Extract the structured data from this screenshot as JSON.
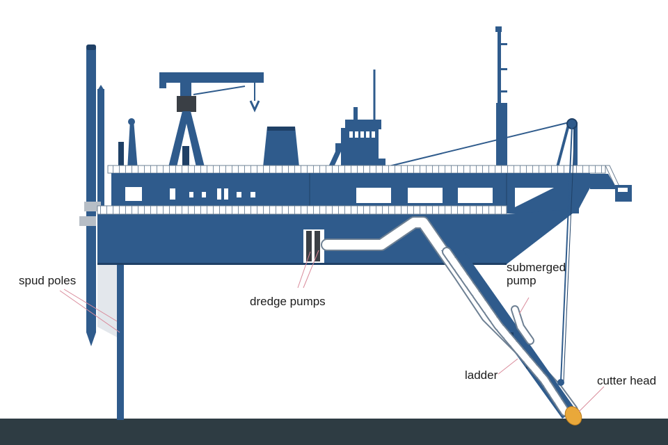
{
  "labels": {
    "spud_poles": "spud poles",
    "dredge_pumps": "dredge pumps",
    "submerged_pump": "submerged pump",
    "ladder": "ladder",
    "cutter_head": "cutter head"
  },
  "colors": {
    "hull": "#2f5b8c",
    "hull_dark": "#1f4066",
    "seabed": "#2e3c43",
    "pipe": "#ffffff",
    "pipe_outline": "#6e8093",
    "cutter_head": "#e9a83a",
    "leader_line": "#d98a9a"
  }
}
